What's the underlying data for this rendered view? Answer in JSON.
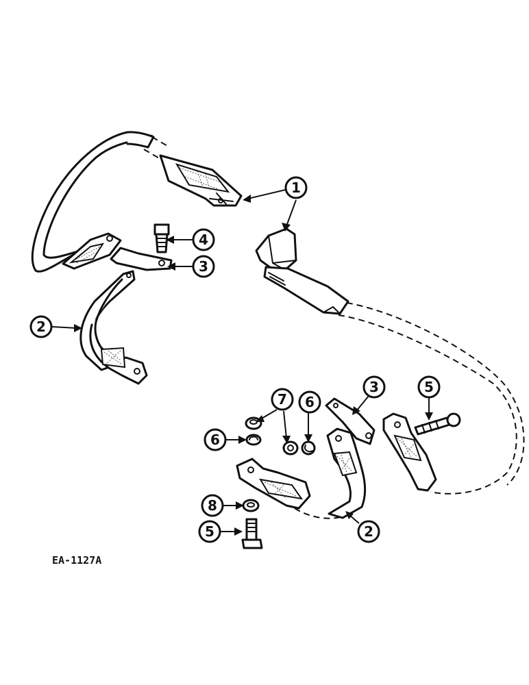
{
  "figure": {
    "reference": "EA-1127A"
  },
  "callouts": [
    {
      "id": "c1",
      "label": "1"
    },
    {
      "id": "c2a",
      "label": "2"
    },
    {
      "id": "c2b",
      "label": "2"
    },
    {
      "id": "c3a",
      "label": "3"
    },
    {
      "id": "c3b",
      "label": "3"
    },
    {
      "id": "c4",
      "label": "4"
    },
    {
      "id": "c5a",
      "label": "5"
    },
    {
      "id": "c5b",
      "label": "5"
    },
    {
      "id": "c6a",
      "label": "6"
    },
    {
      "id": "c6b",
      "label": "6"
    },
    {
      "id": "c7",
      "label": "7"
    },
    {
      "id": "c8",
      "label": "8"
    }
  ]
}
